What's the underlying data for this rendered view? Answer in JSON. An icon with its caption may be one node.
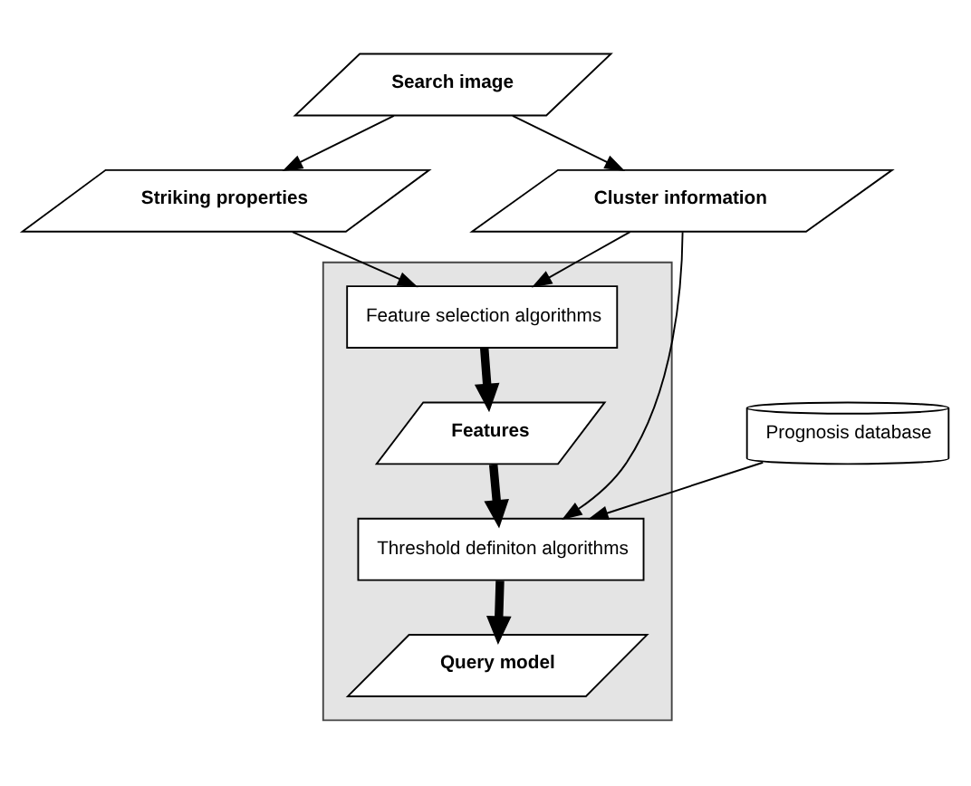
{
  "diagram": {
    "nodes": [
      {
        "text": [
          "Search image"
        ]
      },
      {
        "text": [
          "Striking properties"
        ]
      },
      {
        "text": [
          "Cluster information"
        ]
      },
      {
        "text": [
          "Prognosis database"
        ]
      },
      {
        "text": [],
        "shape": "box"
      },
      {
        "text": [
          "Feature selection algorithms"
        ],
        "in": 4
      },
      {
        "text": [
          "Features"
        ],
        "in": 4
      },
      {
        "text": [
          "Threshold definiton algorithms"
        ],
        "in": 4
      },
      {
        "text": [
          "Query model"
        ],
        "in": 4
      }
    ],
    "edges": [
      {
        "from": 0,
        "to": 1,
        "arrow": "to"
      },
      {
        "from": 0,
        "to": 2,
        "arrow": "to"
      },
      {
        "from": 1,
        "to": 5,
        "arrow": "to"
      },
      {
        "from": 2,
        "to": 5,
        "arrow": "to"
      },
      {
        "from": 2,
        "to": 7,
        "arrow": "to"
      },
      {
        "from": 3,
        "to": 7,
        "arrow": "to"
      },
      {
        "from": 5,
        "to": 6,
        "arrow": "to",
        "style": "thick"
      },
      {
        "from": 6,
        "to": 7,
        "arrow": "to",
        "style": "thick"
      },
      {
        "from": 7,
        "to": 8,
        "arrow": "to",
        "style": "thick"
      }
    ]
  }
}
